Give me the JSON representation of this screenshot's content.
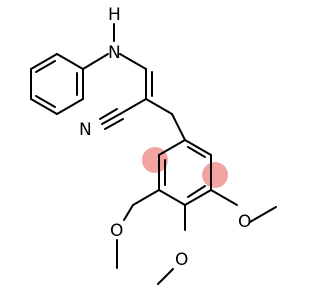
{
  "atoms": {
    "amine_h": "H",
    "amine_n": "N",
    "nitrile_n": "N",
    "methoxy_o_left": "O",
    "methoxy_o_right": "O",
    "methoxy_o_bottom": "O"
  },
  "colors": {
    "bond": "#000000",
    "highlight": "#f4a3a3",
    "background": "#ffffff"
  }
}
